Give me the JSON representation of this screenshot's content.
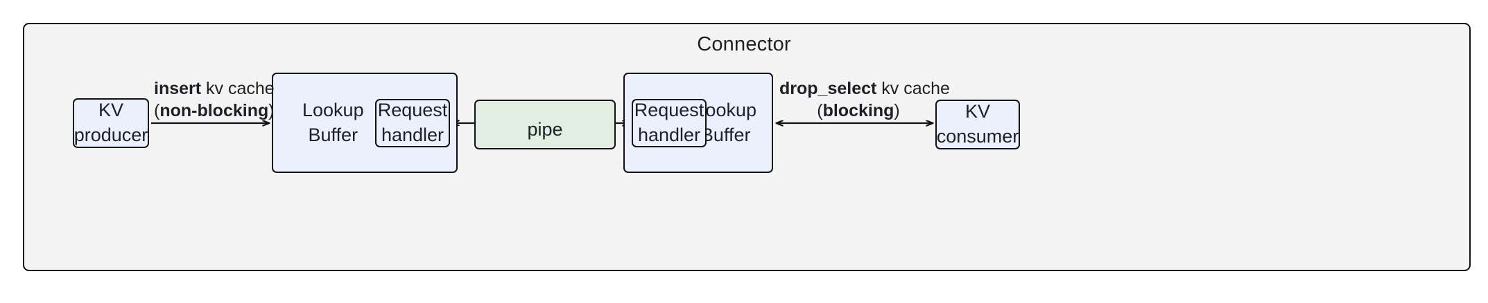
{
  "diagram": {
    "type": "flowchart",
    "title": "Connector",
    "container": {
      "label": "Connector",
      "fill": "#f4f4f4",
      "stroke": "#0f1115"
    },
    "palette": {
      "node_fill": "#eceffc",
      "pipe_fill": "#e0efe2",
      "stroke": "#0f1115",
      "text": "#1d2026",
      "page_background": "#ffffff"
    },
    "nodes": [
      {
        "id": "kv-producer",
        "label_line1": "KV",
        "label_line2": "producer",
        "fill": "#eceffc"
      },
      {
        "id": "lookup-buffer-left",
        "label_line1": "Lookup",
        "label_line2": "Buffer",
        "fill": "#eceffc"
      },
      {
        "id": "request-handler-left",
        "label_line1": "Request",
        "label_line2": "handler",
        "fill": "#eceffc"
      },
      {
        "id": "pipe",
        "label_line1": "pipe",
        "label_line2": "",
        "fill": "#e0efe2"
      },
      {
        "id": "request-handler-right",
        "label_line1": "Request",
        "label_line2": "handler",
        "fill": "#eceffc"
      },
      {
        "id": "lookup-buffer-right",
        "label_line1": "Lookup",
        "label_line2": "Buffer",
        "fill": "#eceffc"
      },
      {
        "id": "kv-consumer",
        "label_line1": "KV",
        "label_line2": "consumer",
        "fill": "#eceffc"
      }
    ],
    "edges": [
      {
        "id": "insert-edge",
        "from": "kv-producer",
        "to": "lookup-buffer-left",
        "direction": "forward",
        "label_line1_bold": "insert",
        "label_line1_rest": " kv cache",
        "label_line2_prefix": "(",
        "label_line2_bold": "non-blocking",
        "label_line2_suffix": ")"
      },
      {
        "id": "pipe-to-left-edge",
        "from": "pipe",
        "to": "request-handler-left",
        "direction": "backward",
        "label_line1_bold": "",
        "label_line1_rest": "",
        "label_line2_prefix": "",
        "label_line2_bold": "",
        "label_line2_suffix": ""
      },
      {
        "id": "pipe-to-right-edge",
        "from": "pipe",
        "to": "request-handler-right",
        "direction": "forward",
        "label_line1_bold": "",
        "label_line1_rest": "",
        "label_line2_prefix": "",
        "label_line2_bold": "",
        "label_line2_suffix": ""
      },
      {
        "id": "drop-select-edge",
        "from": "lookup-buffer-right",
        "to": "kv-consumer",
        "direction": "bidirectional",
        "label_line1_bold": "drop_select",
        "label_line1_rest": " kv cache",
        "label_line2_prefix": "(",
        "label_line2_bold": "blocking",
        "label_line2_suffix": ")"
      }
    ]
  }
}
